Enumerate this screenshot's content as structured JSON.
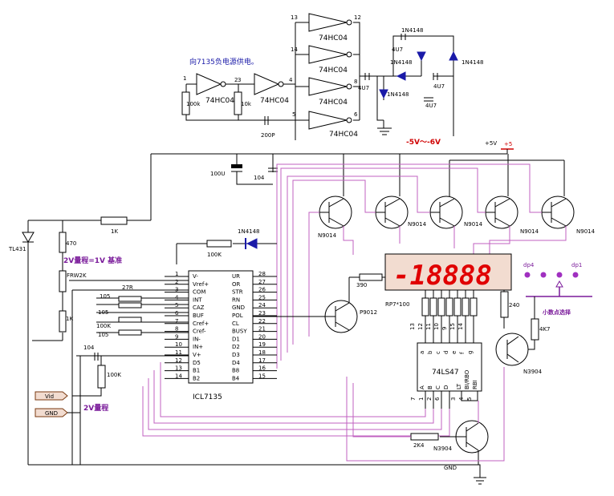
{
  "title_note": "向7135负电源供电。",
  "voltage_range": "-5V～-6V",
  "supply_label": "+5V",
  "supply_symbol": "+5",
  "scale_note": "2V量程=1V 基准",
  "range_label": "2V量程",
  "decimal_select": "小数点选择",
  "dp_labels": [
    "dp4",
    "dp1"
  ],
  "display_text": "-18888",
  "gnd_label": "GND",
  "inputs": [
    {
      "label": "Vid"
    },
    {
      "label": "GND"
    }
  ],
  "inverters": [
    "74HC04",
    "74HC04",
    "74HC04",
    "74HC04",
    "74HC04",
    "74HC04"
  ],
  "diodes": [
    "1N4148",
    "1N4148",
    "1N4148",
    "1N4148",
    "1N4148"
  ],
  "caps": [
    "4U7",
    "4U7",
    "4U7",
    "4U7",
    "200P",
    "100U",
    "104",
    "104",
    "105",
    "105",
    "105"
  ],
  "resistors": [
    "100k",
    "10k",
    "1K",
    "470",
    "FRW2K",
    "1K",
    "100K",
    "27R",
    "100K",
    "100K",
    "390",
    "RP7*100",
    "240",
    "4K7",
    "2K4"
  ],
  "transistors": [
    "N9014",
    "N9014",
    "N9014",
    "N9014",
    "N9014",
    "P9012",
    "N3904",
    "N3904"
  ],
  "chips": {
    "icl": {
      "name": "ICL7135",
      "left_pins": [
        {
          "n": "1",
          "s": "V-"
        },
        {
          "n": "2",
          "s": "Vref+"
        },
        {
          "n": "3",
          "s": "COM"
        },
        {
          "n": "4",
          "s": "INT"
        },
        {
          "n": "5",
          "s": "CAZ"
        },
        {
          "n": "6",
          "s": "BUF"
        },
        {
          "n": "7",
          "s": "Cref+"
        },
        {
          "n": "8",
          "s": "Cref-"
        },
        {
          "n": "9",
          "s": "IN-"
        },
        {
          "n": "10",
          "s": "IN+"
        },
        {
          "n": "11",
          "s": "V+"
        },
        {
          "n": "12",
          "s": "D5"
        },
        {
          "n": "13",
          "s": "B1"
        },
        {
          "n": "14",
          "s": "B2"
        }
      ],
      "right_pins": [
        {
          "n": "28",
          "s": "UR"
        },
        {
          "n": "27",
          "s": "OR"
        },
        {
          "n": "26",
          "s": "STR"
        },
        {
          "n": "25",
          "s": "RN"
        },
        {
          "n": "24",
          "s": "GND"
        },
        {
          "n": "23",
          "s": "POL"
        },
        {
          "n": "22",
          "s": "CL"
        },
        {
          "n": "21",
          "s": "BUSY"
        },
        {
          "n": "20",
          "s": "D1"
        },
        {
          "n": "19",
          "s": "D2"
        },
        {
          "n": "18",
          "s": "D3"
        },
        {
          "n": "17",
          "s": "D4"
        },
        {
          "n": "16",
          "s": "B8"
        },
        {
          "n": "15",
          "s": "B4"
        }
      ]
    },
    "decoder": {
      "name": "74LS47",
      "top_pins": [
        "13",
        "12",
        "11",
        "10",
        "9",
        "15",
        "14"
      ],
      "top_sigs": [
        "a",
        "b",
        "c",
        "d",
        "e",
        "f",
        "g"
      ],
      "bottom_pins": [
        "7",
        "1",
        "2",
        "6",
        "3",
        "4",
        "5"
      ],
      "bottom_sigs": [
        "A",
        "B",
        "C",
        "D",
        "LT",
        "BI/RBO",
        "RBI"
      ]
    }
  },
  "pin_numbers": {
    "p1": "1",
    "p2": "2",
    "p3": "3",
    "p4": "4",
    "p5": "5",
    "p6": "6",
    "p8": "8",
    "p12": "12",
    "p13": "13",
    "p14": "14"
  },
  "colors": {
    "diode": "#1a1aa8",
    "display_bg": "#f2dcd0",
    "display_fg": "#e00000",
    "accent_red": "#d00000",
    "wire_purple": "#c060c0",
    "label_purple": "#7a1a9a",
    "dp_dot": "#a030c0"
  }
}
